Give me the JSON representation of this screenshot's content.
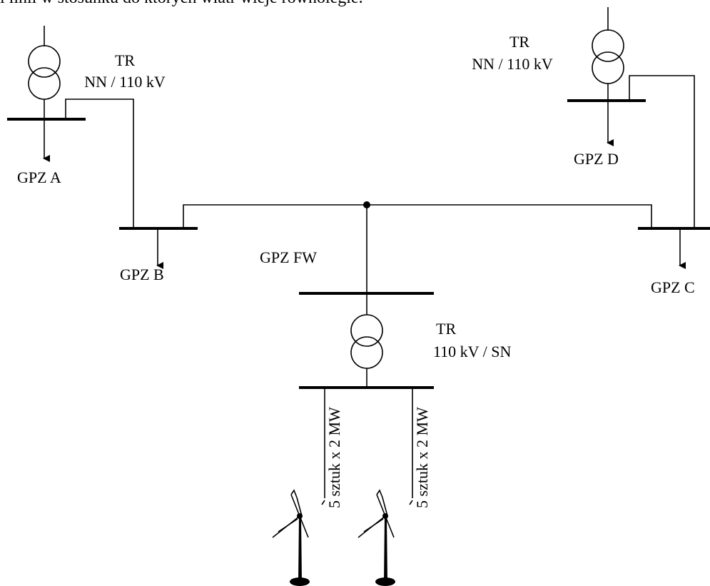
{
  "header_text": "i linii w stosunku do których wiatr wieje równolegle.",
  "labels": {
    "tr_left_title": "TR",
    "tr_left_ratio": "NN / 110 kV",
    "tr_right_title": "TR",
    "tr_right_ratio": "NN / 110 kV",
    "tr_center_title": "TR",
    "tr_center_ratio": "110 kV / SN",
    "gpz_a": "GPZ A",
    "gpz_b": "GPZ B",
    "gpz_c": "GPZ C",
    "gpz_d": "GPZ D",
    "gpz_fw": "GPZ FW",
    "feeder_left": "5 sztuk x 2 MW",
    "feeder_right": "5 sztuk x 2 MW"
  }
}
